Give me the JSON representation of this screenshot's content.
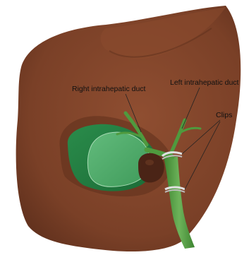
{
  "labels": {
    "right_intrahepatic_duct": "Right intrahepatic duct",
    "left_intrahepatic_duct": "Left intrahepatic duct",
    "clips": "Clips"
  },
  "colors": {
    "liver": "#7a4027",
    "liver_shadow": "#5e2f1c",
    "gallbladder_dark": "#1f7a3e",
    "gallbladder_light": "#4fae6c",
    "duct": "#4f9a3e",
    "stone": "#4a2416",
    "clip": "#d9d9d9"
  }
}
